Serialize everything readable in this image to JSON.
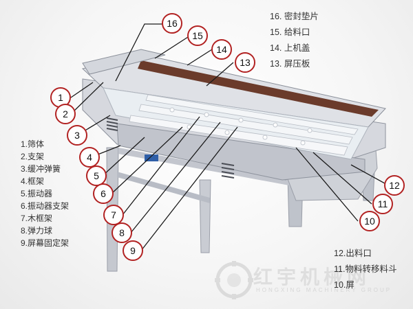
{
  "legend_top": [
    "16. 密封垫片",
    "15. 给料口",
    "14. 上机盖",
    "13. 屏压板"
  ],
  "legend_left": [
    "1.筛体",
    "2.支架",
    "3.缓冲弹簧",
    "4.框架",
    "5.振动器",
    "6.振动器支架",
    "7.木框架",
    "8.弹力球",
    "9.屏幕固定架"
  ],
  "legend_bottom": [
    "12.出料口",
    "11.物料转移料斗",
    "10.屏"
  ],
  "markers": [
    "1",
    "2",
    "3",
    "4",
    "5",
    "6",
    "7",
    "8",
    "9",
    "10",
    "11",
    "12",
    "13",
    "14",
    "15",
    "16"
  ],
  "colors": {
    "marker_ring": "#b22222",
    "leader_line": "#1a1a1a",
    "machine_steel": "#c9ccd3",
    "screen_surface": "#e9eef2",
    "cover_brown": "#6b3b2b"
  },
  "watermark": {
    "text": "红宇机械网",
    "sub": "HONGXING MACHINERY GROUP"
  }
}
